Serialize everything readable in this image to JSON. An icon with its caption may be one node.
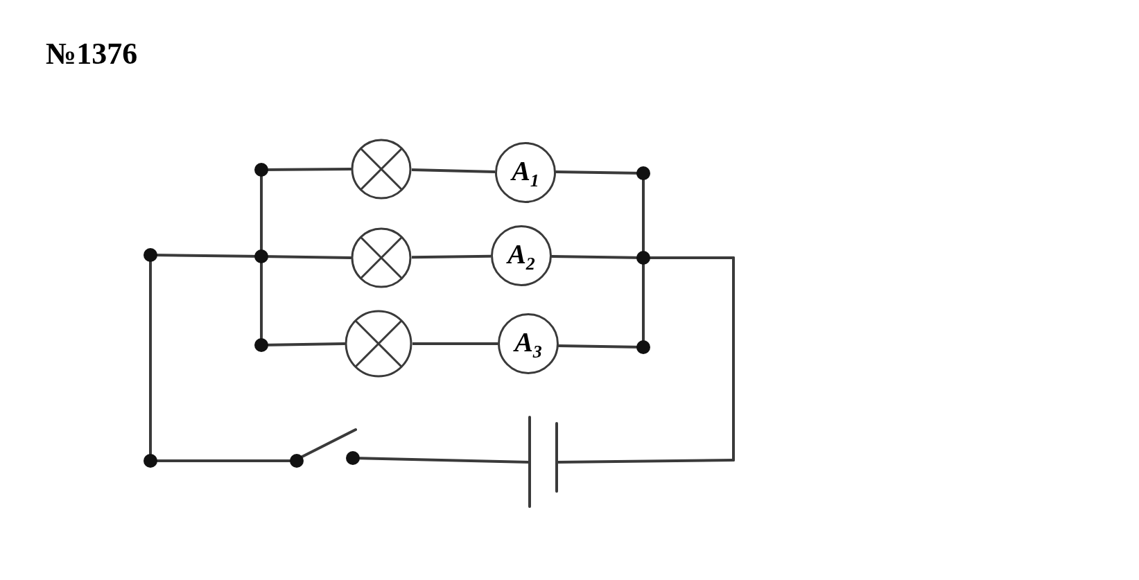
{
  "diagram": {
    "title": "№1376",
    "nodes": [
      {
        "text": [],
        "shape": "circle"
      },
      {
        "text": [
          "A$_{1}$"
        ]
      },
      {
        "text": [],
        "shape": "circle"
      },
      {
        "text": [
          "A$_{2}$"
        ]
      },
      {
        "text": [],
        "shape": "circle"
      },
      {
        "text": [
          "A$_{3}$"
        ]
      }
    ],
    "edges": [
      {
        "from": 0,
        "to": 1,
        "arrow": "none"
      },
      {
        "from": 2,
        "to": 3,
        "arrow": "none"
      },
      {
        "from": 4,
        "to": 5,
        "arrow": "none"
      }
    ]
  }
}
